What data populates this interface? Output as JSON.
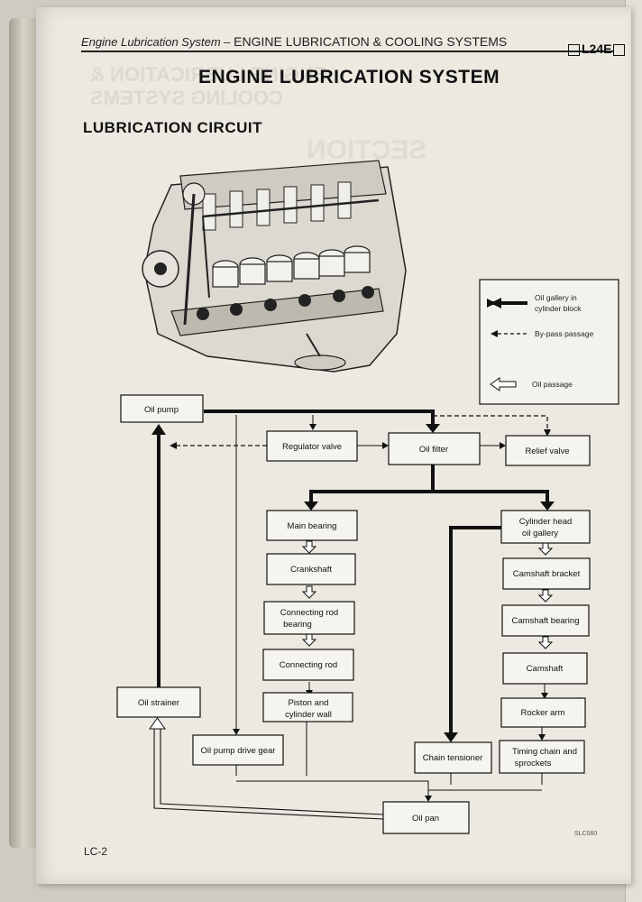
{
  "header": {
    "section_italic": "Engine Lubrication System",
    "dash": " – ",
    "section_caps": "ENGINE LUBRICATION & COOLING SYSTEMS",
    "model": "L24E"
  },
  "title": "ENGINE LUBRICATION SYSTEM",
  "subtitle": "LUBRICATION CIRCUIT",
  "legend": {
    "gallery_line1": "Oil gallery in",
    "gallery_line2": "cylinder block",
    "bypass": "By-pass passage",
    "passage": "Oil passage"
  },
  "nodes": {
    "oil_pump": "Oil pump",
    "regulator_valve": "Regulator valve",
    "oil_filter": "Oil filter",
    "relief_valve": "Relief valve",
    "main_bearing": "Main bearing",
    "crankshaft": "Crankshaft",
    "connecting_rod_bearing_1": "Connecting rod",
    "connecting_rod_bearing_2": "bearing",
    "connecting_rod": "Connecting rod",
    "piston_1": "Piston and",
    "piston_2": "cylinder wall",
    "cylinder_head_1": "Cylinder head",
    "cylinder_head_2": "oil gallery",
    "camshaft_bracket": "Camshaft bracket",
    "camshaft_bearing": "Camshaft bearing",
    "camshaft": "Camshaft",
    "rocker_arm": "Rocker arm",
    "timing_chain_1": "Timing chain and",
    "timing_chain_2": "sprockets",
    "oil_strainer": "Oil strainer",
    "oil_pump_drive_gear": "Oil pump drive gear",
    "chain_tensioner": "Chain tensioner",
    "oil_pan": "Oil pan"
  },
  "footer": {
    "page": "LC-2",
    "code": "SLC060"
  }
}
